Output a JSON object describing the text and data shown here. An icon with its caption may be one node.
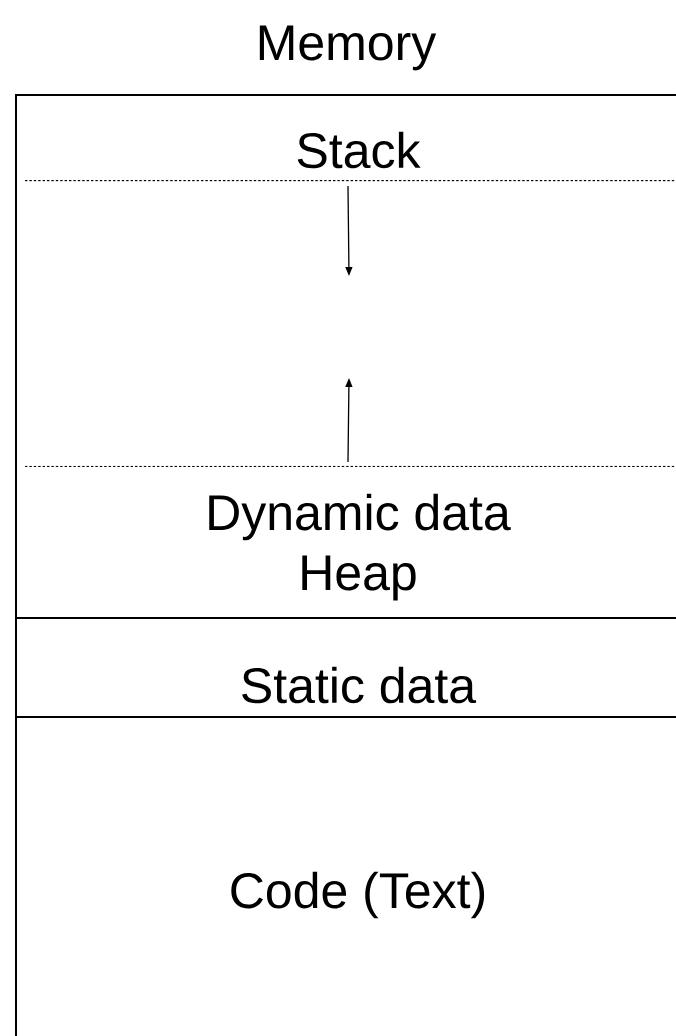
{
  "diagram": {
    "title": "Memory",
    "nodes": [
      {
        "text": [
          "Stack"
        ]
      },
      {
        "text": [],
        "shape": "box"
      },
      {
        "text": [
          "Dynamic data",
          "Heap"
        ]
      },
      {
        "text": [
          "Static data"
        ]
      },
      {
        "text": [
          "Code (Text)"
        ]
      }
    ]
  }
}
